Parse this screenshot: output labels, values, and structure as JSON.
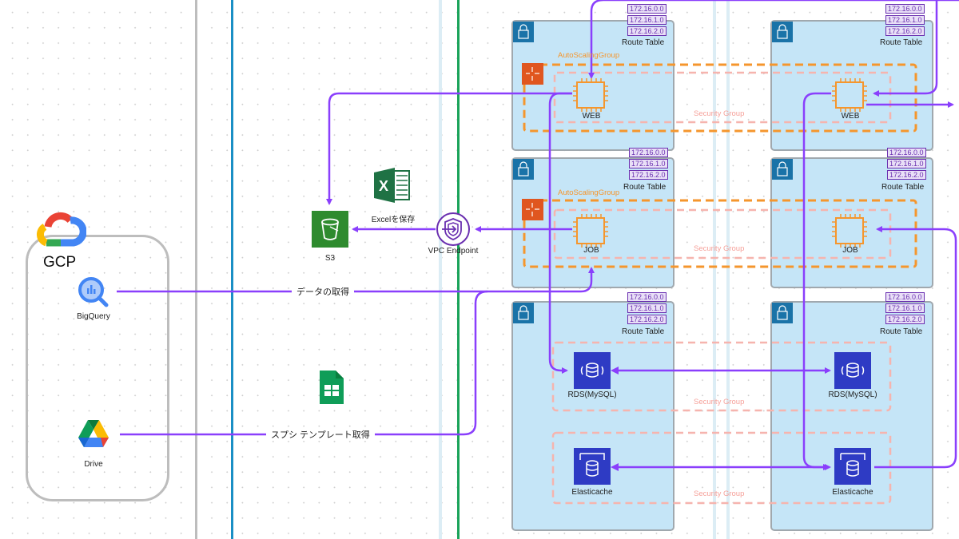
{
  "gcp": {
    "title": "GCP",
    "services": [
      {
        "name": "BigQuery",
        "icon": "bigquery-icon"
      },
      {
        "name": "Drive",
        "icon": "google-drive-icon"
      }
    ]
  },
  "services": {
    "s3": "S3",
    "excel": "Excelを保存",
    "vpc_endpoint": "VPC Endpoint",
    "sheets_icon": "google-sheets-icon"
  },
  "edges": {
    "bigquery": "データの取得",
    "drive": "スプシ テンプレート取得"
  },
  "route_table": {
    "label": "Route Table",
    "routes": [
      "172.16.0.0",
      "172.16.1.0",
      "172.16.2.0"
    ]
  },
  "groups": {
    "autoscaling": "AutoScalingGroup",
    "security": "Security Group"
  },
  "nodes": {
    "web": "WEB",
    "job": "JOB",
    "rds": "RDS(MySQL)",
    "elasticache": "Elasticache"
  },
  "colors": {
    "edge": "#8a3ffc",
    "subnet": "#c5e5f7",
    "asg": "#f5962d",
    "sg": "#f6b4ae",
    "ec2": "#f5962d",
    "rds": "#2e3bc4",
    "s3": "#2e8b2e",
    "lock": "#1a73a8"
  }
}
